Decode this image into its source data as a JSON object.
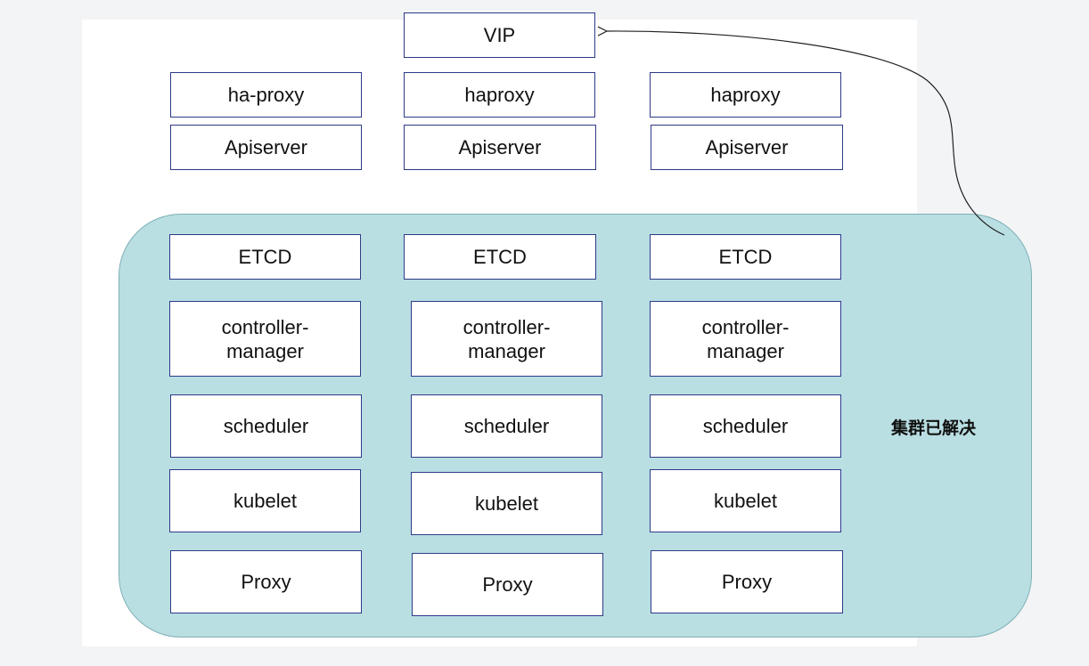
{
  "vip": "VIP",
  "cluster_label": "集群已解决",
  "columns": [
    {
      "lb": "ha-proxy",
      "apiserver": "Apiserver",
      "etcd": "ETCD",
      "controller_manager": "controller-\nmanager",
      "scheduler": "scheduler",
      "kubelet": "kubelet",
      "proxy": "Proxy"
    },
    {
      "lb": "haproxy",
      "apiserver": "Apiserver",
      "etcd": "ETCD",
      "controller_manager": "controller-\nmanager",
      "scheduler": "scheduler",
      "kubelet": "kubelet",
      "proxy": "Proxy"
    },
    {
      "lb": "haproxy",
      "apiserver": "Apiserver",
      "etcd": "ETCD",
      "controller_manager": "controller-\nmanager",
      "scheduler": "scheduler",
      "kubelet": "kubelet",
      "proxy": "Proxy"
    }
  ],
  "colors": {
    "cluster_fill": "#b9dfe3",
    "box_border": "#2e3a87",
    "canvas": "#ffffff",
    "background": "#f3f4f5"
  }
}
